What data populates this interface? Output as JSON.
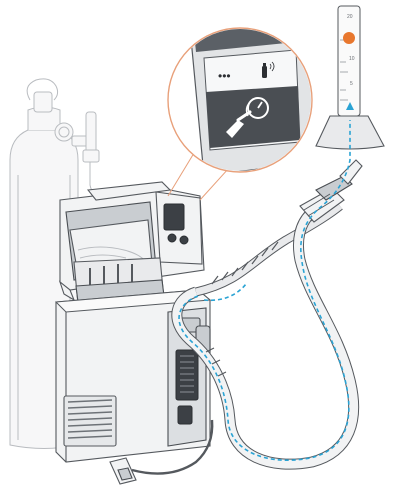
{
  "flowmeter": {
    "scale_labels": [
      "20",
      "10",
      "5"
    ],
    "ball_color": "#e8772e"
  },
  "callout": {
    "ring_color": "#e8a07a",
    "indicator_dots": "•••",
    "gas_icon": "gas-bottle-signal-icon",
    "main_icon": "welding-torch-gas-check-icon"
  },
  "gas_flow": {
    "line_color": "#2aa3d4",
    "arrow_color": "#2aa3d4"
  }
}
